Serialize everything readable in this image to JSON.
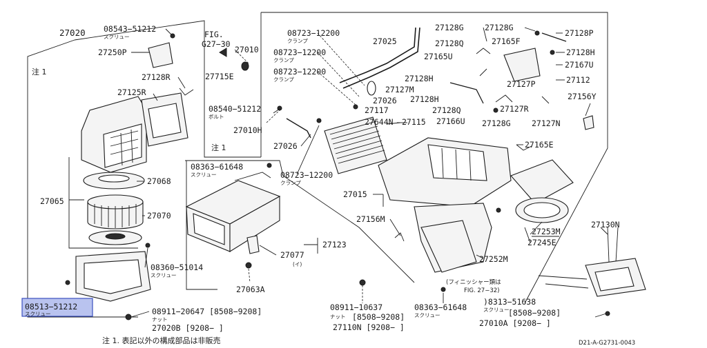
{
  "labels": {
    "l27020": "27020",
    "l08543": "08543−51212",
    "l08543s": "スクリュー",
    "l27250p": "27250P",
    "note1a": "注 1",
    "l27128r": "27128R",
    "l27125r": "27125R",
    "l27065": "27065",
    "l27068": "27068",
    "l27070": "27070",
    "l08360": "08360−51014",
    "l08360s": "スクリュー",
    "l08513": "08513−51212",
    "l08513s": "スクリュー",
    "l08911a": "08911−20647 [8508−9208]",
    "l08911as": "ナット",
    "l27020b": "27020B [9208−       ]",
    "fig1": "FIG.",
    "fig2": "G27−30",
    "l27010": "27010",
    "l27715e": "27715E",
    "c1": "08723−12200",
    "c1s": "クランプ",
    "c2": "08723−12200",
    "c2s": "クランプ",
    "c3": "08723−12200",
    "c3s": "クランプ",
    "l27025": "27025",
    "l27026a": "27026",
    "l27117": "27117",
    "l27644n": "27644N",
    "l27115": "27115",
    "l08540": "08540−51212",
    "l08540s": "ボルト",
    "l27010h": "27010H",
    "l27026b": "27026",
    "c4": "08723−12200",
    "c4s": "クランプ",
    "note1b": "注 1",
    "l08363a": "08363−61648",
    "l08363as": "スクリュー",
    "l27015": "27015",
    "l27156m": "27156M",
    "l27123": "27123",
    "l27077": "27077",
    "l27077s": "(イ)",
    "l27063a": "27063A",
    "l08911b": "08911−10637",
    "l08911bs": "ナット",
    "l08911br": "[8508−9208]",
    "l27110n": "27110N [9208−       ]",
    "l08363b": "08363−61648",
    "l08363bs": "スクリュー",
    "finisher": "(フィニッシャー類は",
    "finisher2": "FIG. 27−32)",
    "l08313": ")8313−51638",
    "l08313s": "スクリュー",
    "l08313r": "[8508−9208]",
    "l27010a": "27010A [9208−       ]",
    "l27128g1": "27128G",
    "l27128g2": "27128G",
    "l27128p": "27128P",
    "l27128q1": "27128Q",
    "l27165f": "27165F",
    "l27128h1": "27128H",
    "l27165u": "27165U",
    "l27167u": "27167U",
    "l27128h2": "27128H",
    "l27112": "27112",
    "l27127m": "27127M",
    "l27127p": "27127P",
    "l27128h3": "27128H",
    "l27156y": "27156Y",
    "l27128q2": "27128Q",
    "l27127r": "27127R",
    "l27166u": "27166U",
    "l27128g3": "27128G",
    "l27127n": "27127N",
    "l27165e": "27165E",
    "l27253m": "27253M",
    "l27245e": "27245E",
    "l27252m": "27252M",
    "l27130n": "27130N",
    "footnote": "注 1. 表記以外の構成部品は非販売",
    "drawing_code": "D21-A-G2731-0043"
  },
  "colors": {
    "line": "#1a1a1a",
    "highlight_fill": "#b9c3ef",
    "highlight_border": "#3b4fbf"
  },
  "highlighted_part": "08513−51212"
}
